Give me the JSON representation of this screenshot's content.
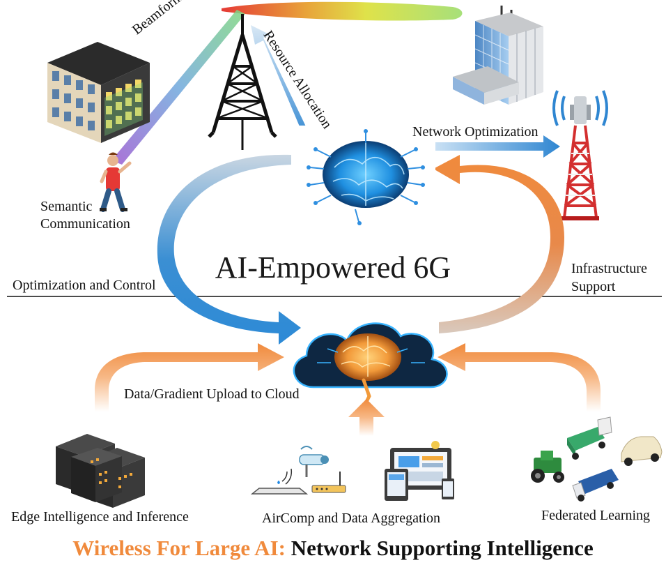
{
  "title": "AI-Empowered 6G",
  "labels": {
    "beamforming": "Beamforming",
    "resource_allocation": "Resource Allocation",
    "network_optimization": "Network Optimization",
    "semantic_line1": "Semantic",
    "semantic_line2": "Communication",
    "optimization_control": "Optimization and Control",
    "infrastructure_line1": "Infrastructure",
    "infrastructure_line2": "Support",
    "data_upload": "Data/Gradient Upload to Cloud",
    "edge": "Edge Intelligence and Inference",
    "aircomp": "AirComp and Data Aggregation",
    "federated": "Federated Learning"
  },
  "footer": {
    "accent_text": "Wireless For Large AI:",
    "rest_text": "Network Supporting Intelligence"
  },
  "colors": {
    "accent_orange": "#f08a3c",
    "arrow_blue": "#3a8fd6",
    "brain_blue": "#1f8fe0",
    "brain_orange": "#f29a3a"
  }
}
